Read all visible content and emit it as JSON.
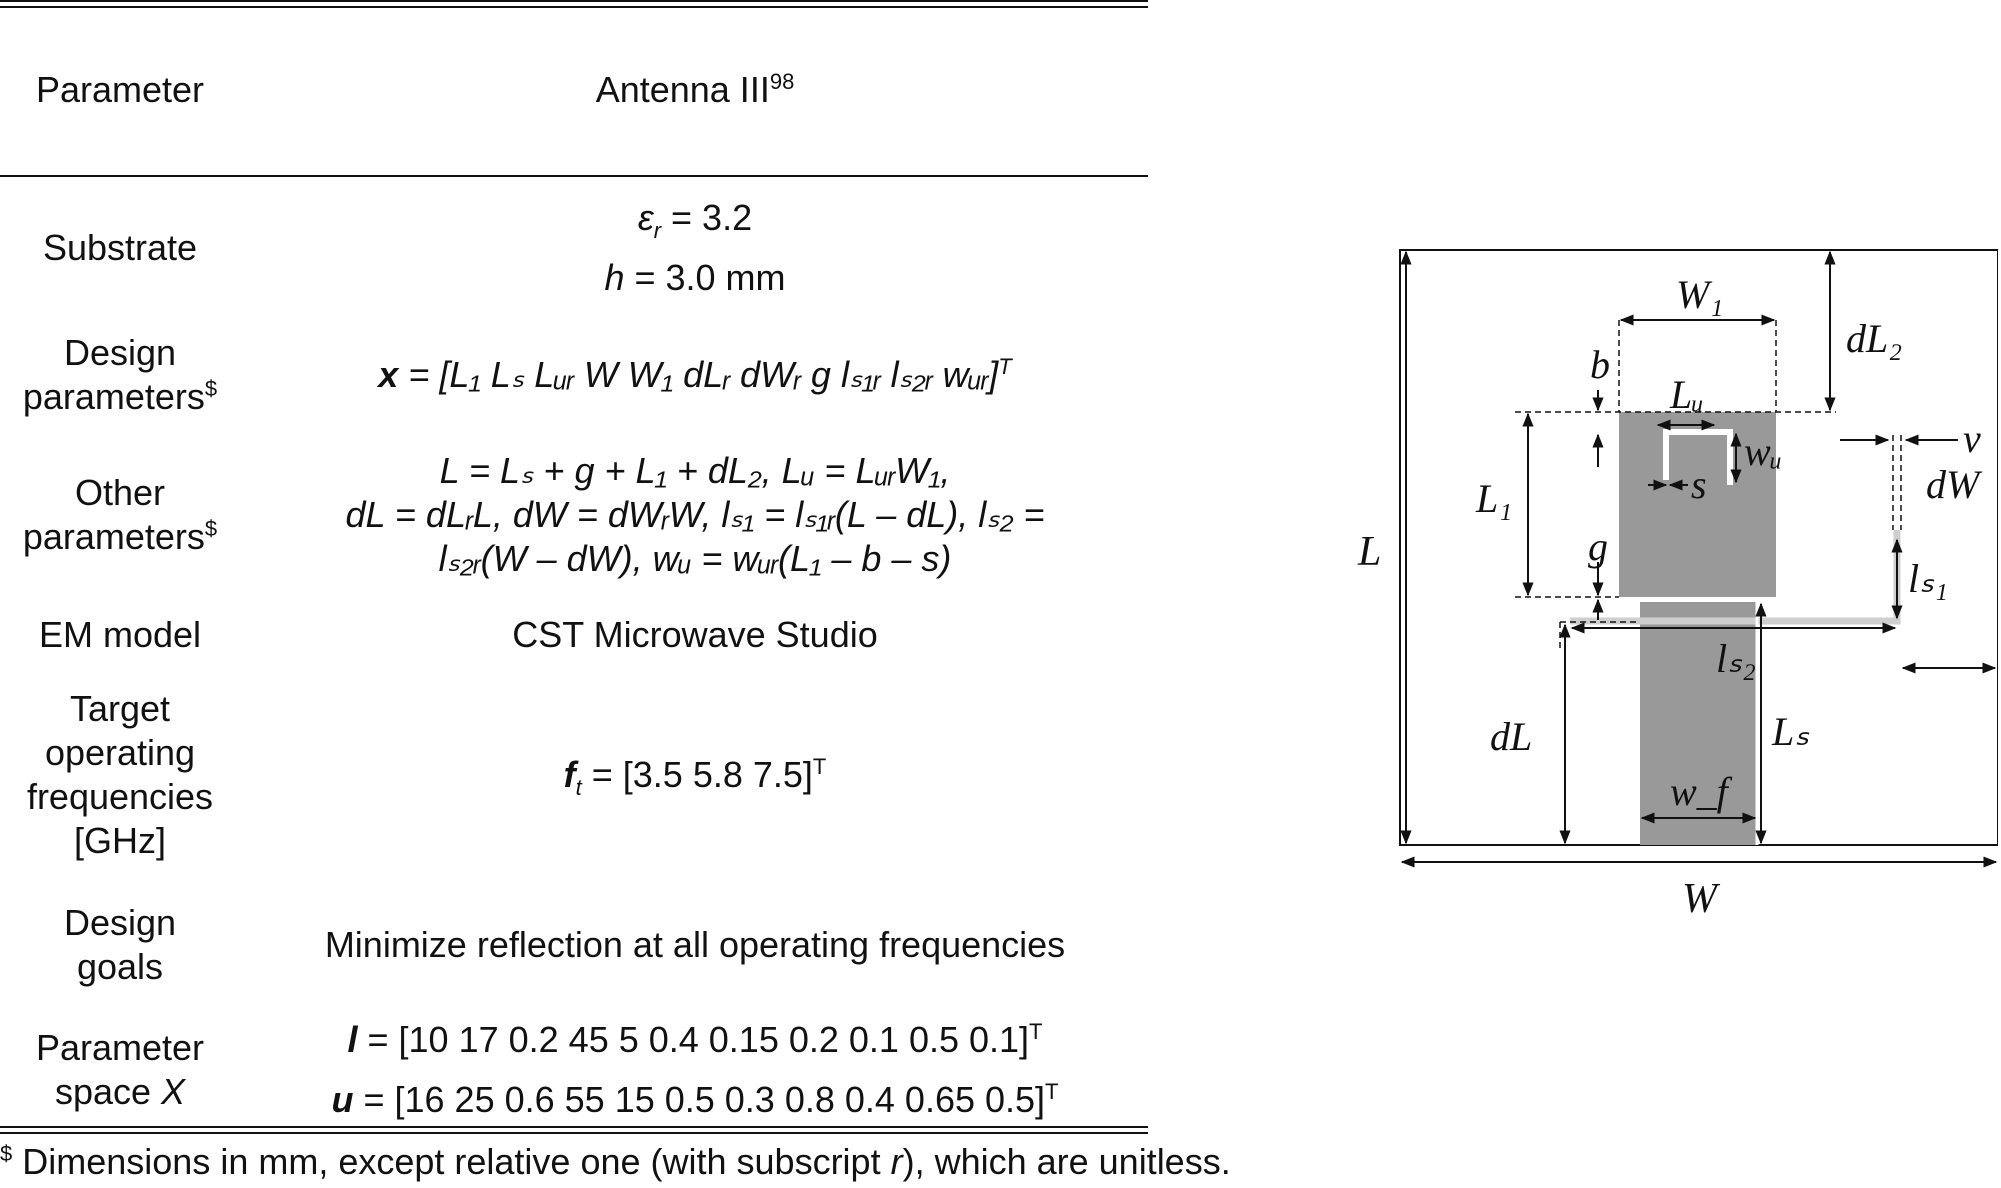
{
  "table": {
    "header": {
      "col1": "Parameter",
      "col2_main": "Antenna III",
      "col2_sup": "98"
    },
    "rows": {
      "substrate": {
        "label": "Substrate",
        "line1_sym": "ε",
        "line1_sub": "r",
        "line1_rest": " = 3.2",
        "line2_sym": "h",
        "line2_rest": " = 3.0 mm"
      },
      "design": {
        "label_l1": "Design",
        "label_l2": "parameters",
        "label_sup": "$",
        "bold_var": "x",
        "expr": " = [L₁ Lₛ Lᵤᵣ W W₁ dLᵣ dWᵣ g lₛ₁ᵣ lₛ₂ᵣ wᵤᵣ]",
        "expr_sup": "T"
      },
      "other": {
        "label_l1": "Other",
        "label_l2": "parameters",
        "label_sup": "$",
        "line1": "L = Lₛ + g + L₁ + dL₂, Lᵤ = LᵤᵣW₁,",
        "line2": "dL = dLᵣL, dW = dWᵣW, lₛ₁ = lₛ₁ᵣ(L – dL), lₛ₂ =",
        "line3": "lₛ₂ᵣ(W – dW), wᵤ = wᵤᵣ(L₁ – b – s)"
      },
      "em": {
        "label": "EM model",
        "value": "CST Microwave Studio"
      },
      "target": {
        "label_l1": "Target",
        "label_l2": "operating",
        "label_l3": "frequencies",
        "label_l4": "[GHz]",
        "bold_var": "f",
        "bold_sub": "t",
        "expr": " = [3.5 5.8 7.5]",
        "expr_sup": "T"
      },
      "goals": {
        "label_l1": "Design",
        "label_l2": "goals",
        "value": "Minimize reflection at all operating frequencies"
      },
      "space": {
        "label_l1": "Parameter",
        "label_l2_text": "space ",
        "label_l2_var": "X",
        "l_var": "l",
        "l_expr": " = [10 17 0.2 45 5 0.4 0.15 0.2 0.1 0.5 0.1]",
        "l_sup": "T",
        "u_var": "u",
        "u_expr": " = [16 25 0.6 55 15 0.5 0.3 0.8 0.4 0.65 0.5]",
        "u_sup": "T"
      }
    },
    "footnote": {
      "mark": "$",
      "text_a": " Dimensions in mm, except relative one (with subscript ",
      "text_var": "r",
      "text_b": "), which are unitless."
    }
  },
  "figure": {
    "labels": {
      "W1": "W₁",
      "dL2": "dL₂",
      "b": "b",
      "Lu": "Lᵤ",
      "v": "v",
      "wu": "wᵤ",
      "L1": "L₁",
      "s": "s",
      "dW": "dW",
      "L": "L",
      "g": "g",
      "ls1": "lₛ₁",
      "ls2": "lₛ₂",
      "dL": "dL",
      "Ls": "Lₛ",
      "wf": "w_f",
      "W": "W"
    },
    "colors": {
      "metal": "#999999",
      "slot": "#ffffff",
      "strip": "#cfcfcf",
      "line": "#111111"
    }
  }
}
